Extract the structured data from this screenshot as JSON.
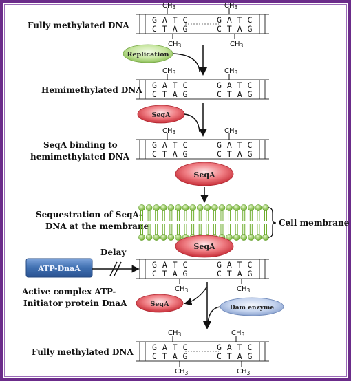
{
  "labels": {
    "fully_methylated_top": "Fully methylated DNA",
    "hemimethylated": "Hemimethylated DNA",
    "seqa_binding_1": "SeqA binding to",
    "seqa_binding_2": "hemimethylated DNA",
    "sequestration_1": "Sequestration of SeqA-",
    "sequestration_2": "DNA at the membrane",
    "cell_membrane": "Cell membrane",
    "delay": "Delay",
    "active_complex_1": "Active complex ATP-",
    "active_complex_2": "Initiator protein DnaA",
    "fully_methylated_bottom": "Fully methylated DNA"
  },
  "pills": {
    "replication": "Replication",
    "seqa": "SeqA",
    "dam_enzyme": "Dam enzyme",
    "atp_dnaa": "ATP-DnaA"
  },
  "dna": {
    "top_strand": "G A T C",
    "bottom_strand": "C T A G",
    "methyl": "CH3"
  },
  "colors": {
    "frame": "#6b2c8a",
    "replication_pill": "#b6dd87",
    "seqa_pill": "#e8535d",
    "dam_pill": "#a9bde0",
    "atp_dnaa_box": "#3f6fb0",
    "membrane": "#8dc63f"
  }
}
